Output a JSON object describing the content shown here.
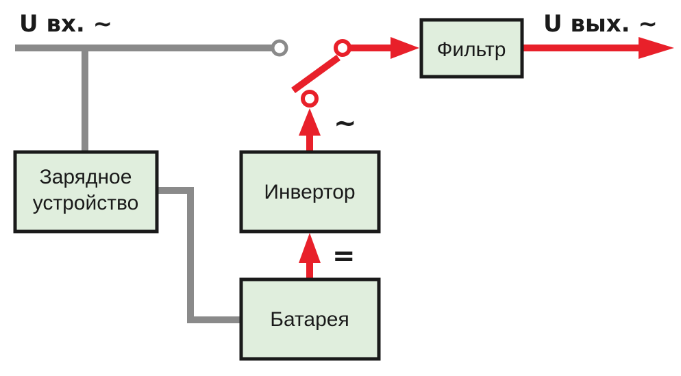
{
  "diagram": {
    "input_label": "U вх. ~",
    "output_label": "U вых. ~",
    "ac_symbol": "~",
    "dc_symbol": "=",
    "blocks": {
      "charger_line1": "Зарядное",
      "charger_line2": "устройство",
      "inverter": "Инвертор",
      "battery": "Батарея",
      "filter": "Фильтр"
    },
    "colors": {
      "block_fill": "#e0eedd",
      "block_stroke": "#1a1a1a",
      "passive_line": "#8a8a8a",
      "active_line": "#e8202a",
      "text": "#1a1a1a"
    }
  }
}
